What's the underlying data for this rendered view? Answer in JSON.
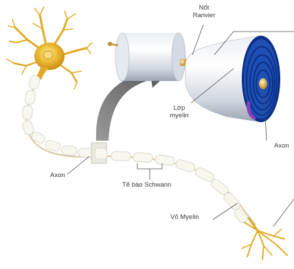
{
  "labels": {
    "node_of_ranvier": {
      "line1": "Nốt",
      "line2": "Ranvier"
    },
    "myelin_layer": {
      "line1": "Lớp",
      "line2": "myelin"
    },
    "axon_zoom": "Axon",
    "axon_main": "Axon",
    "schwann_cell": "Tế bào Schwann",
    "myelin_sheath": "Vỏ Myelin"
  },
  "colors": {
    "neuron_body": "#e6b428",
    "neuron_dark": "#c9921a",
    "myelin": "#f3f3ec",
    "axon_core": "#d4a84a",
    "sheath_blue": "#1e4fb5",
    "sheath_ring": "#0c2f86",
    "arrow": "#6a6a6a",
    "highlight": "#8b3fc0"
  }
}
